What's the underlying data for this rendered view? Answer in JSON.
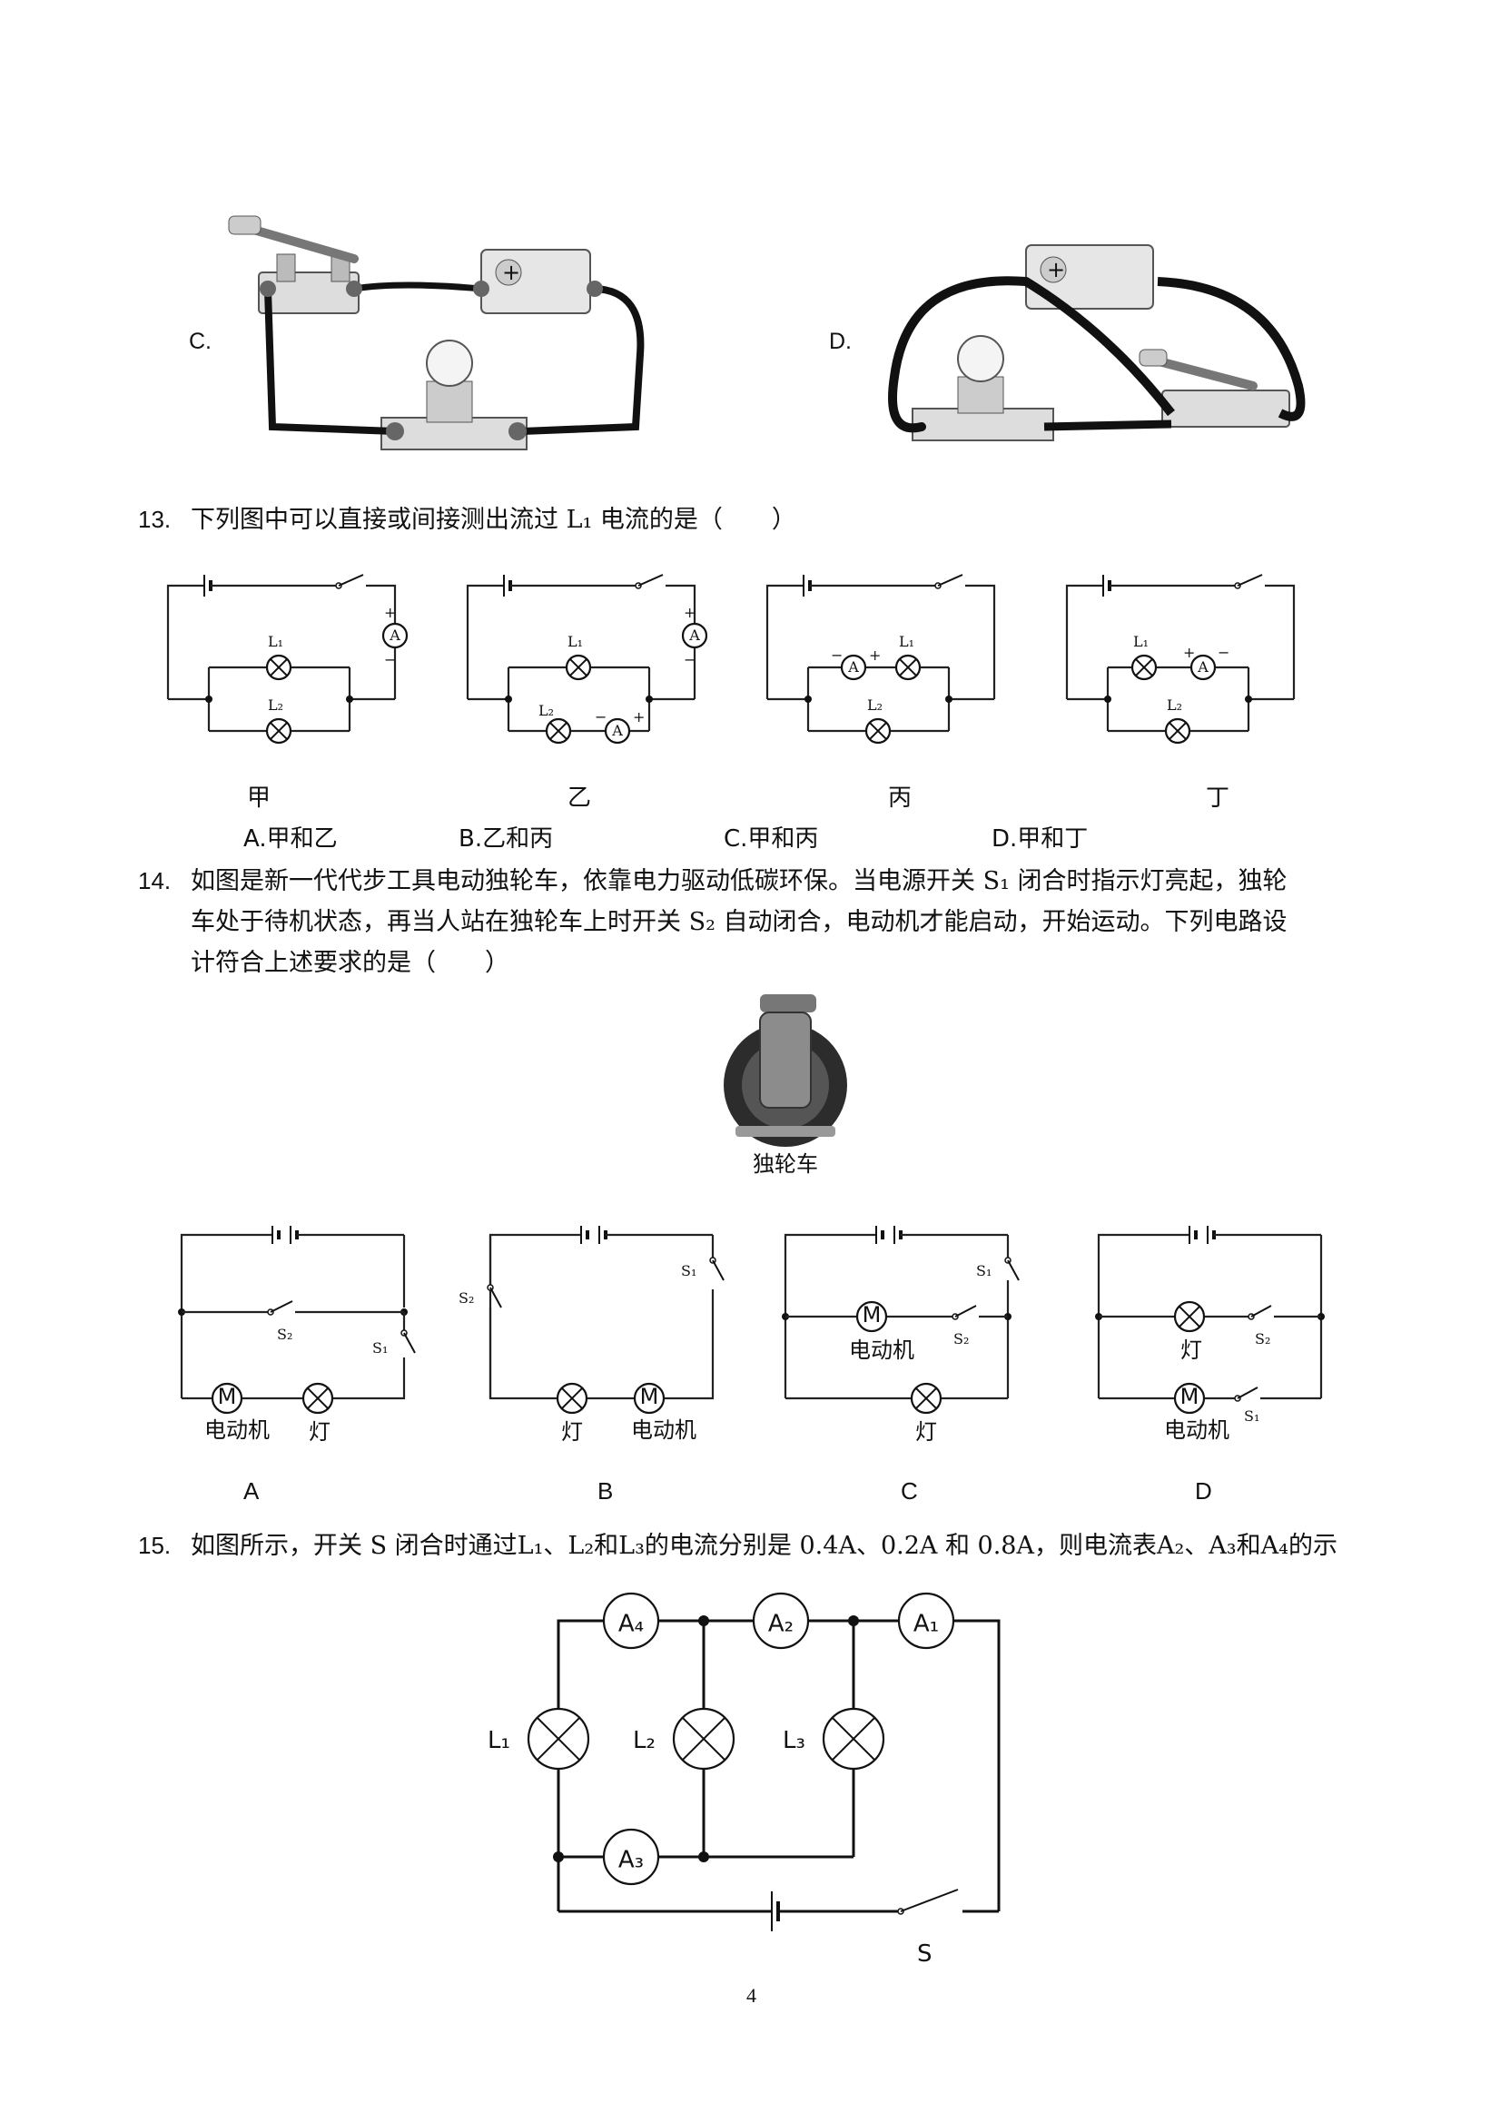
{
  "q12": {
    "option_c": "C.",
    "option_d": "D."
  },
  "q13": {
    "number": "13.",
    "text": "下列图中可以直接或间接测出流过 L₁ 电流的是（　　）",
    "captions": [
      "甲",
      "乙",
      "丙",
      "丁"
    ],
    "options": [
      "A.甲和乙",
      "B.乙和丙",
      "C.甲和丙",
      "D.甲和丁"
    ],
    "labels": {
      "L1": "L₁",
      "L2": "L₂",
      "A": "A",
      "plus": "+",
      "minus": "−"
    }
  },
  "q14": {
    "number": "14.",
    "text_line1": "如图是新一代代步工具电动独轮车，依靠电力驱动低碳环保。当电源开关 S₁ 闭合时指示灯亮起，独轮",
    "text_line2": "车处于待机状态，再当人站在独轮车上时开关 S₂ 自动闭合，电动机才能启动，开始运动。下列电路设",
    "text_line3": "计符合上述要求的是（　　）",
    "image_caption": "独轮车",
    "labels": {
      "motor": "电动机",
      "lamp": "灯",
      "M": "M",
      "S1": "S₁",
      "S2": "S₂"
    },
    "options": [
      "A",
      "B",
      "C",
      "D"
    ]
  },
  "q15": {
    "number": "15.",
    "text": "如图所示，开关 S 闭合时通过L₁、L₂和L₃的电流分别是 0.4A、0.2A 和 0.8A，则电流表A₂、A₃和A₄的示",
    "labels": {
      "A1": "A₁",
      "A2": "A₂",
      "A3": "A₃",
      "A4": "A₄",
      "L1": "L₁",
      "L2": "L₂",
      "L3": "L₃",
      "S": "S"
    }
  },
  "footer": {
    "page_number": "4"
  }
}
